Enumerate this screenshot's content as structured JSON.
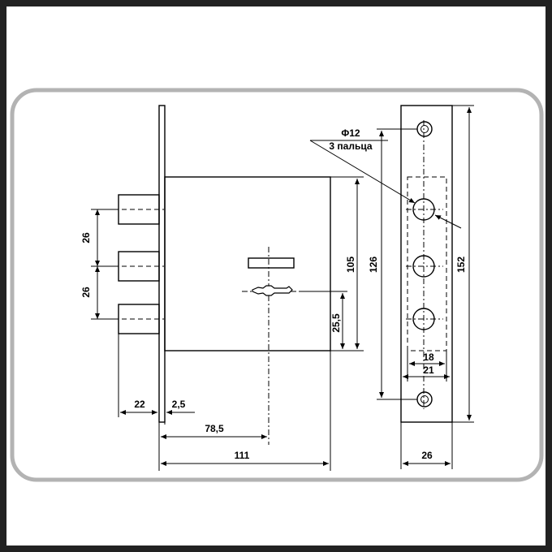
{
  "labels": {
    "diameter": "Φ12",
    "fingers": "3 пальца"
  },
  "dimensions": {
    "bolt_spacing_top": "26",
    "bolt_spacing_bottom": "26",
    "box_height": "105",
    "key_offset": "25,5",
    "plate_height_holes": "126",
    "plate_height_total": "152",
    "bolt_projection": "22",
    "plate_thickness": "2,5",
    "backset": "78,5",
    "body_width": "111",
    "inner_width": "18",
    "inner_width_outer": "21",
    "plate_width": "26"
  },
  "colors": {
    "frame": "#b3b3b3",
    "background": "#222222",
    "line": "#000000"
  }
}
